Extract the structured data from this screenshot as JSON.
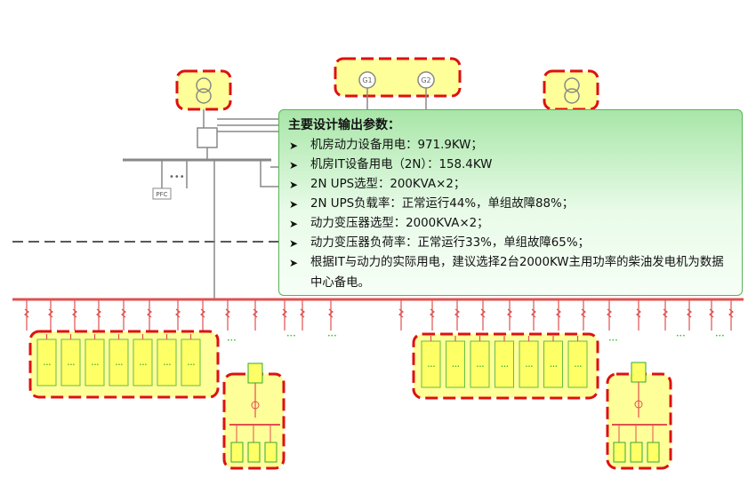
{
  "labels": {
    "g1": "G1",
    "g2": "G2",
    "pfc": "PFC"
  },
  "colors": {
    "highlight_fill": "#ffff99",
    "highlight_border": "#dd1111",
    "bus": "#e05050",
    "wiring": "#888888",
    "load": "#33cc33",
    "callout_border": "#58b358"
  },
  "callout": {
    "title": "主要设计输出参数：",
    "bullet_icon": "arrowhead-bullet",
    "items": [
      "机房动力设备用电：971.9KW；",
      "机房IT设备用电（2N）：158.4KW",
      "2N UPS选型：200KVA×2；",
      "2N UPS负载率：正常运行44%，单组故障88%；",
      "动力变压器选型：2000KVA×2；",
      "动力变压器负荷率：正常运行33%，单组故障65%；",
      "根据IT与动力的实际用电，建议选择2台2000KW主用功率的柴油发电机为数据中心备电。"
    ]
  }
}
